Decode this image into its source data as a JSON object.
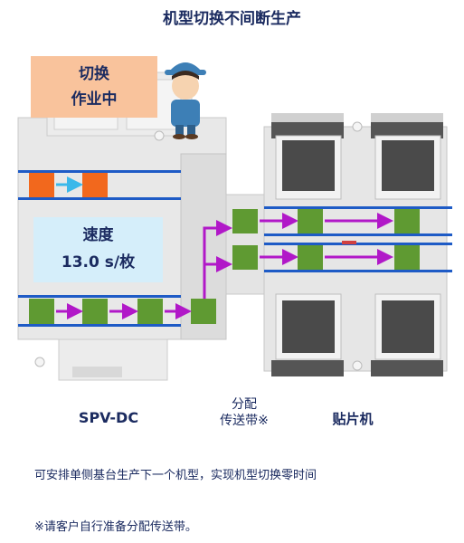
{
  "title": "机型切换不间断生产",
  "status": {
    "line1": "切换",
    "line2": "作业中"
  },
  "speed": {
    "label": "速度",
    "value": "13.0 s/枚"
  },
  "labels": {
    "spv": "SPV-DC",
    "conveyor_line1": "分配",
    "conveyor_line2": "传送带※",
    "mounter": "贴片机"
  },
  "captions": {
    "note1": "可安排单侧基台生产下一个机型，实现机型切换零时间",
    "note2": "※请客户自行准备分配传送带。"
  },
  "colors": {
    "rail": "#1e5bc6",
    "board_active": "#5f9a32",
    "board_switching": "#f2681d",
    "arrow_flow": "#b118c8",
    "arrow_switch": "#3ab8ea",
    "machine_body": "#e6e6e6"
  }
}
